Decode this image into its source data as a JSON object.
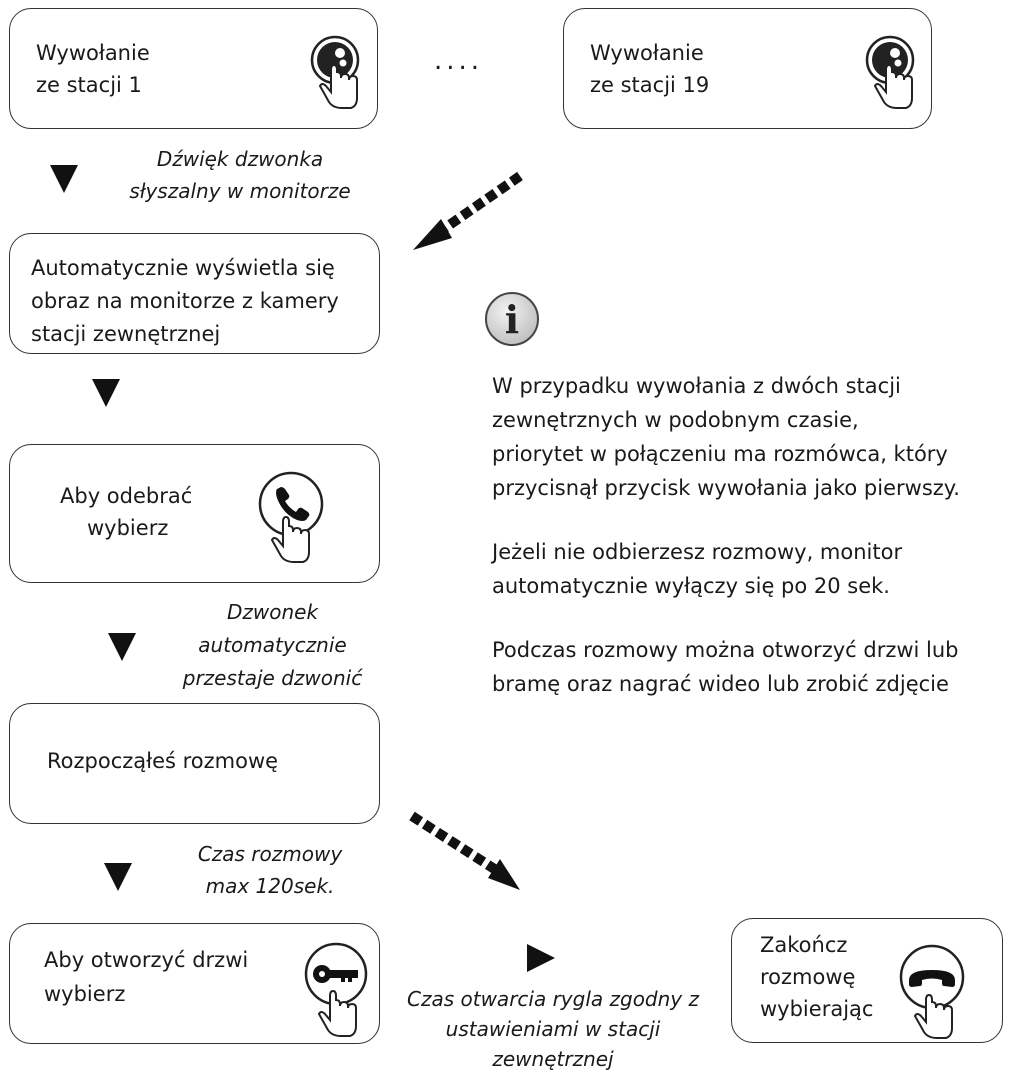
{
  "stations": {
    "first": {
      "line1": "Wywołanie",
      "line2": "ze stacji 1"
    },
    "last": {
      "line1": "Wywołanie",
      "line2": "ze stacji 19"
    },
    "ellipsis": "...."
  },
  "steps": {
    "ring_note": {
      "line1": "Dźwięk dzwonka",
      "line2": "słyszalny w monitorze"
    },
    "auto_display": {
      "line1": "Automatycznie wyświetla się",
      "line2": "obraz na monitorze z kamery",
      "line3": "stacji zewnętrznej"
    },
    "answer": {
      "line1": "Aby odebrać",
      "line2": "wybierz"
    },
    "bell_stop_note": {
      "line1": "Dzwonek",
      "line2": "automatycznie",
      "line3": "przestaje dzwonić"
    },
    "talk_started": "Rozpocząłeś rozmowę",
    "talk_time_note": {
      "line1": "Czas rozmowy",
      "line2": "max 120sek."
    },
    "open_door": {
      "line1": "Aby otworzyć drzwi",
      "line2": "wybierz"
    },
    "lock_note": {
      "line1": "Czas otwarcia rygla zgodny z",
      "line2": "ustawieniami w stacji",
      "line3": "zewnętrznej"
    },
    "end_call": {
      "line1": "Zakończ",
      "line2": "rozmowę",
      "line3": "wybierając"
    }
  },
  "info": {
    "icon_letter": "i",
    "paragraph1": {
      "line1": "W przypadku wywołania z dwóch stacji",
      "line2": "zewnętrznych w podobnym czasie,",
      "line3": "priorytet w połączeniu ma rozmówca, który",
      "line4": "przycisnął przycisk wywołania jako pierwszy."
    },
    "paragraph2": {
      "line1": "Jeżeli nie odbierzesz rozmowy, monitor",
      "line2": "automatycznie wyłączy się po 20 sek."
    },
    "paragraph3": {
      "line1": "Podczas rozmowy można otworzyć drzwi lub",
      "line2": "bramę oraz nagrać wideo lub zrobić zdjęcie"
    }
  },
  "icons": [
    "call-button-press-icon",
    "phone-answer-icon",
    "key-icon",
    "phone-hangup-icon"
  ],
  "colors": {
    "stroke": "#333333",
    "text": "#1a1a1a",
    "arrow": "#111111"
  }
}
